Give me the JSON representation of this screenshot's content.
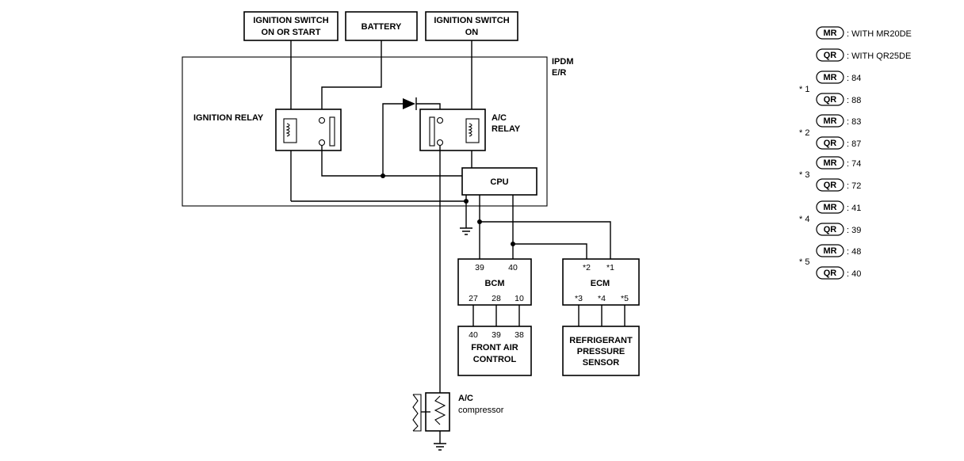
{
  "sources": {
    "ign_on_start": [
      "IGNITION SWITCH",
      "ON OR START"
    ],
    "battery": "BATTERY",
    "ign_on": [
      "IGNITION SWITCH",
      "ON"
    ]
  },
  "ipdm": {
    "label": [
      "IPDM",
      "E/R"
    ],
    "cpu": "CPU"
  },
  "relays": {
    "ignition": "IGNITION RELAY",
    "ac": [
      "A/C",
      "RELAY"
    ]
  },
  "bcm": {
    "label": "BCM",
    "top_pins": [
      "39",
      "40"
    ],
    "bottom_pins": [
      "27",
      "28",
      "10"
    ]
  },
  "ecm": {
    "label": "ECM",
    "top_pins": [
      "*2",
      "*1"
    ],
    "bottom_pins": [
      "*3",
      "*4",
      "*5"
    ]
  },
  "front_air_control": {
    "label": [
      "FRONT AIR",
      "CONTROL"
    ],
    "pins": [
      "40",
      "39",
      "38"
    ]
  },
  "refrigerant_sensor": {
    "label": [
      "REFRIGERANT",
      "PRESSURE",
      "SENSOR"
    ]
  },
  "compressor": {
    "label": [
      "A/C",
      "compressor"
    ]
  },
  "legend": {
    "engines": [
      {
        "tag": "MR",
        "text": ": WITH MR20DE"
      },
      {
        "tag": "QR",
        "text": ": WITH QR25DE"
      }
    ],
    "notes": [
      {
        "mark": "* 1",
        "mr": ": 84",
        "qr": ": 88"
      },
      {
        "mark": "* 2",
        "mr": ": 83",
        "qr": ": 87"
      },
      {
        "mark": "* 3",
        "mr": ": 74",
        "qr": ": 72"
      },
      {
        "mark": "* 4",
        "mr": ": 41",
        "qr": ": 39"
      },
      {
        "mark": "* 5",
        "mr": ": 48",
        "qr": ": 40"
      }
    ]
  }
}
